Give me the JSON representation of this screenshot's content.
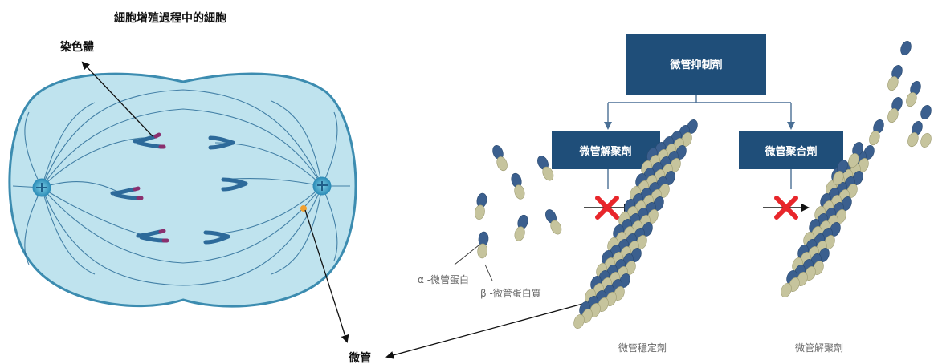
{
  "cell": {
    "title": "細胞增殖過程中的細胞",
    "chromosome_label": "染色體"
  },
  "microtubule_label": "微管",
  "drugs": {
    "inhibitor": "微管抑制劑",
    "depolymerizer": "微管解聚劑",
    "polymerizer": "微管聚合劑"
  },
  "tubulin": {
    "alpha": "α -微管蛋白",
    "beta": "β -微管蛋白質"
  },
  "bottom_labels": {
    "stabilizer": "微管穩定劑",
    "depolymerizer": "微管解聚劑"
  },
  "colors": {
    "box": "#1f4e79",
    "alpha": "#3b5f8e",
    "beta": "#c6c49d",
    "cell_fill": "#bfe3ee",
    "cell_stroke": "#3c8cb0",
    "spindle": "#2e6f9a",
    "chromosome": "#2d6a9a",
    "chromosome_tip": "#8a2f6e",
    "cross": "#e8262b"
  }
}
